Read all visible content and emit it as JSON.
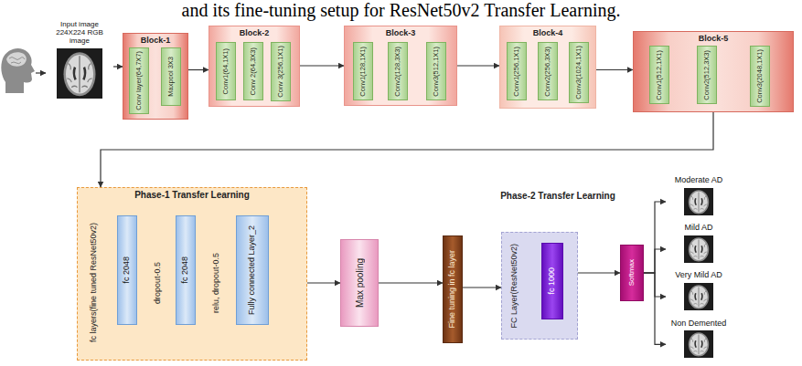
{
  "diagram": {
    "caption": "and its fine-tuning setup for ResNet50v2 Transfer Learning.",
    "nodes": [
      {
        "text": [
          "Input image 224X224 RGB image"
        ]
      },
      {
        "text": [
          "Block-1"
        ]
      },
      {
        "text": [
          "Conv layer(64,7X7)"
        ],
        "in": 1
      },
      {
        "text": [
          "Maxpool 3X3"
        ],
        "in": 1
      },
      {
        "text": [
          "Block-2"
        ]
      },
      {
        "text": [
          "Conv1(64,1X1)"
        ],
        "in": 4
      },
      {
        "text": [
          "Conv 2(64,3X3)"
        ],
        "in": 4
      },
      {
        "text": [
          "Conv 3(256,1X1)"
        ],
        "in": 4
      },
      {
        "text": [
          "Block-3"
        ]
      },
      {
        "text": [
          "Conv1(128,1X1)"
        ],
        "in": 8
      },
      {
        "text": [
          "Conv2(128,3X3)"
        ],
        "in": 8
      },
      {
        "text": [
          "Conv3(512,1X1)"
        ],
        "in": 8
      },
      {
        "text": [
          "Block-4"
        ]
      },
      {
        "text": [
          "Conv1(256,1X1)"
        ],
        "in": 12
      },
      {
        "text": [
          "Conv2(256,3X3)"
        ],
        "in": 12
      },
      {
        "text": [
          "Conv3(1024,1X1)"
        ],
        "in": 12
      },
      {
        "text": [
          "Block-5"
        ]
      },
      {
        "text": [
          "Conv1(512,1X1)"
        ],
        "in": 16
      },
      {
        "text": [
          "Conv2(512,3X3)"
        ],
        "in": 16
      },
      {
        "text": [
          "Conv3(2048,1X1)"
        ],
        "in": 16
      },
      {
        "text": [
          "Phase-1 Transfer Learning",
          "fc layers(fine tuned ResNet50v2)",
          "dropout-0.5",
          "relu, dropout-0.5"
        ]
      },
      {
        "text": [
          "fc 2048"
        ],
        "in": 20
      },
      {
        "text": [
          "fc 2048"
        ],
        "in": 20
      },
      {
        "text": [
          "Fully connected Layer_2"
        ],
        "in": 20
      },
      {
        "text": [
          "Max pooling"
        ]
      },
      {
        "text": [
          "Fine tuning in fc layer"
        ]
      },
      {
        "text": [
          "Phase-2 Transfer Learning",
          "FC Layer(ResNet50v2)"
        ]
      },
      {
        "text": [
          "fc 1000"
        ],
        "in": 26
      },
      {
        "text": [
          "Softmax"
        ]
      },
      {
        "text": [
          "Moderate AD"
        ]
      },
      {
        "text": [
          "Mild AD"
        ]
      },
      {
        "text": [
          "Very Mild AD"
        ]
      },
      {
        "text": [
          "Non Demented"
        ]
      }
    ],
    "edges": [
      {
        "from": 0,
        "to": 1,
        "arrow": "to"
      },
      {
        "from": 1,
        "to": 4,
        "arrow": "to"
      },
      {
        "from": 4,
        "to": 8,
        "arrow": "to"
      },
      {
        "from": 8,
        "to": 12,
        "arrow": "to"
      },
      {
        "from": 12,
        "to": 16,
        "arrow": "to"
      },
      {
        "from": 16,
        "to": 20,
        "arrow": "to"
      },
      {
        "from": 20,
        "to": 24,
        "arrow": "to"
      },
      {
        "from": 24,
        "to": 25,
        "arrow": "to"
      },
      {
        "from": 25,
        "to": 26,
        "arrow": "to"
      },
      {
        "from": 26,
        "to": 28,
        "arrow": "to"
      },
      {
        "from": 28,
        "to": 29,
        "arrow": "to"
      },
      {
        "from": 28,
        "to": 30,
        "arrow": "to"
      },
      {
        "from": 28,
        "to": 31,
        "arrow": "to"
      },
      {
        "from": 28,
        "to": 32,
        "arrow": "to"
      }
    ]
  }
}
